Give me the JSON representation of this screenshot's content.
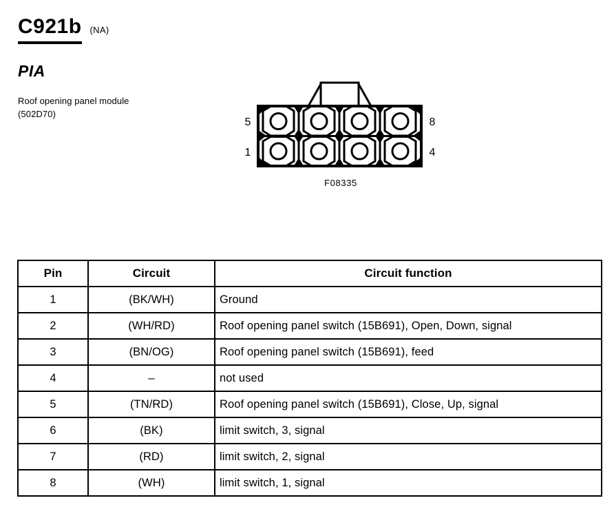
{
  "header": {
    "connector_id": "C921b",
    "region": "(NA)",
    "connector_type": "PIA",
    "component_description": "Roof opening panel module (502D70)"
  },
  "figure": {
    "caption": "F08335",
    "label_top_left": "5",
    "label_top_right": "8",
    "label_bottom_left": "1",
    "label_bottom_right": "4",
    "cavity_count": 8,
    "rows": 2,
    "columns": 4
  },
  "table": {
    "headers": {
      "pin": "Pin",
      "circuit": "Circuit",
      "function": "Circuit function"
    },
    "rows": [
      {
        "pin": "1",
        "circuit": "(BK/WH)",
        "function": "Ground"
      },
      {
        "pin": "2",
        "circuit": "(WH/RD)",
        "function": "Roof opening panel switch (15B691), Open, Down, signal"
      },
      {
        "pin": "3",
        "circuit": "(BN/OG)",
        "function": "Roof opening panel switch (15B691), feed"
      },
      {
        "pin": "4",
        "circuit": "–",
        "function": "not used"
      },
      {
        "pin": "5",
        "circuit": "(TN/RD)",
        "function": "Roof opening panel switch (15B691), Close, Up, signal"
      },
      {
        "pin": "6",
        "circuit": "(BK)",
        "function": "limit switch, 3, signal"
      },
      {
        "pin": "7",
        "circuit": "(RD)",
        "function": "limit switch, 2, signal"
      },
      {
        "pin": "8",
        "circuit": "(WH)",
        "function": "limit switch, 1, signal"
      }
    ]
  },
  "colors": {
    "ink": "#000000",
    "paper": "#ffffff"
  }
}
